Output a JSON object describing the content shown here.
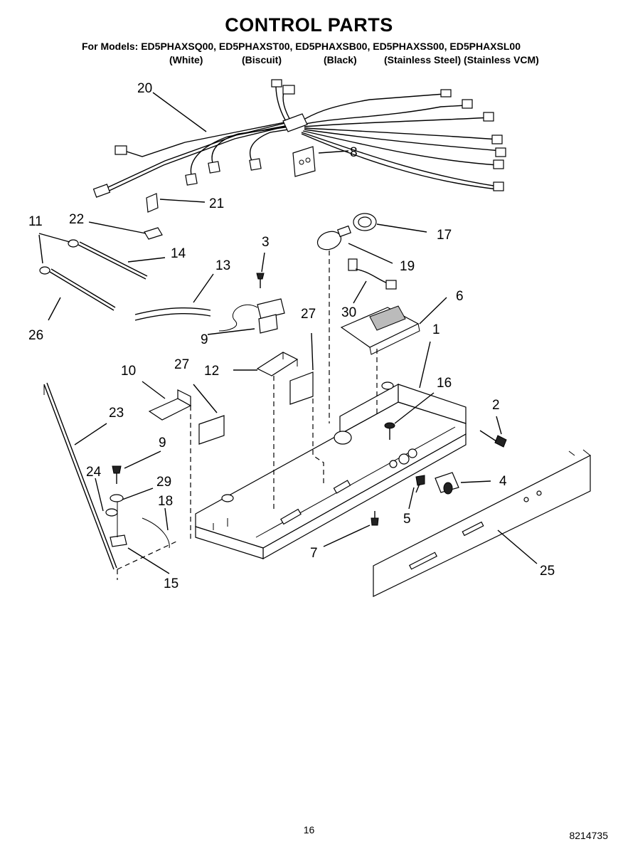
{
  "title": "CONTROL PARTS",
  "models_line": "For Models: ED5PHAXSQ00, ED5PHAXST00, ED5PHAXSB00, ED5PHAXSS00, ED5PHAXSL00",
  "colors": [
    "(White)",
    "(Biscuit)",
    "(Black)",
    "(Stainless Steel) (Stainless VCM)"
  ],
  "callouts": {
    "c20": "20",
    "c8": "8",
    "c21": "21",
    "c11": "11",
    "c22": "22",
    "c14": "14",
    "c3": "3",
    "c13": "13",
    "c17": "17",
    "c19": "19",
    "c26": "26",
    "c9a": "9",
    "c27a": "27",
    "c30": "30",
    "c6": "6",
    "c1": "1",
    "c10": "10",
    "c27b": "27",
    "c12": "12",
    "c16": "16",
    "c2": "2",
    "c23": "23",
    "c9b": "9",
    "c24": "24",
    "c29": "29",
    "c18": "18",
    "c4": "4",
    "c5": "5",
    "c7": "7",
    "c25": "25",
    "c15": "15"
  },
  "page_number": "16",
  "document_number": "8214735"
}
